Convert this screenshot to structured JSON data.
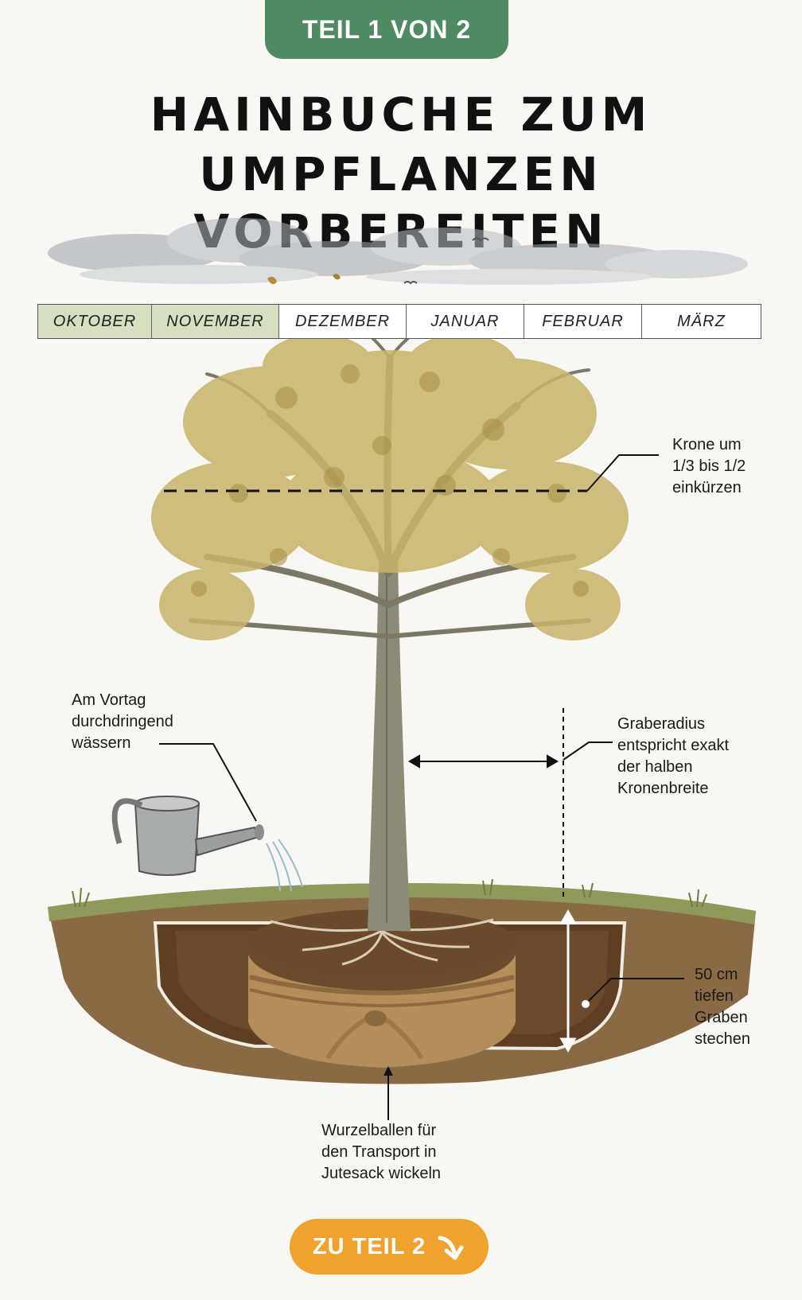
{
  "header": {
    "badge": "TEIL 1 VON 2"
  },
  "title": {
    "line1": "HAINBUCHE ZUM",
    "line2": "UMPFLANZEN VORBEREITEN"
  },
  "timeline": {
    "months": [
      "OKTOBER",
      "NOVEMBER",
      "DEZEMBER",
      "JANUAR",
      "FEBRUAR",
      "MÄRZ"
    ],
    "highlighted": [
      "OKTOBER",
      "NOVEMBER"
    ],
    "highlight_color": "#d6dfbf"
  },
  "annotations": {
    "crown": "Krone um\n1/3 bis 1/2\neinkürzen",
    "water": "Am Vortag\ndurchdringend\nwässern",
    "radius": "Graberadius\nentspricht exakt\nder halben\nKronenbreite",
    "depth": "50 cm\ntiefen\nGraben\nstechen",
    "rootball": "Wurzelballen für\nden Transport in\nJutesack wickeln"
  },
  "cta": {
    "label": "ZU TEIL 2",
    "icon": "arrow-down-right-icon"
  },
  "colors": {
    "badge": "#4f8a62",
    "cta": "#f0a22e",
    "leaves": "#c8b46a",
    "soil": "#7a5636",
    "jute": "#b38e5a"
  }
}
